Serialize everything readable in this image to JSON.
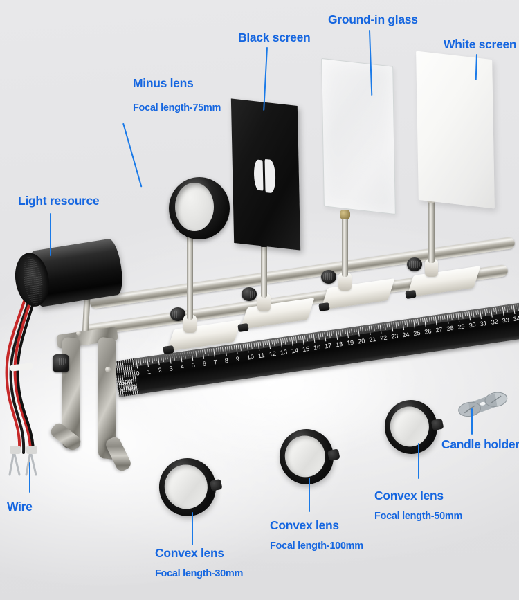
{
  "scene": {
    "background_color": "#e3e3e5",
    "accent_color": "#1566e0",
    "leader_color": "#1a7ae8",
    "subject": "Optical bench experiment kit"
  },
  "labels": [
    {
      "id": "light-resource",
      "title": "Light resource",
      "sub": ""
    },
    {
      "id": "minus-lens",
      "title": "Minus lens",
      "sub": "Focal length-75mm"
    },
    {
      "id": "black-screen",
      "title": "Black screen",
      "sub": ""
    },
    {
      "id": "ground-in-glass",
      "title": "Ground-in glass",
      "sub": ""
    },
    {
      "id": "white-screen",
      "title": "White screen",
      "sub": ""
    },
    {
      "id": "wire",
      "title": "Wire",
      "sub": ""
    },
    {
      "id": "convex-lens-30",
      "title": "Convex lens",
      "sub": "Focal length-30mm"
    },
    {
      "id": "convex-lens-100",
      "title": "Convex lens",
      "sub": "Focal length-100mm"
    },
    {
      "id": "convex-lens-50",
      "title": "Convex lens",
      "sub": "Focal length-50mm"
    },
    {
      "id": "candle-holder",
      "title": "Candle holder",
      "sub": ""
    }
  ],
  "bench": {
    "model_number": "25005",
    "model_name_cn": "光具座",
    "scale_unit_start": "0",
    "scale_ticks": [
      "0",
      "1",
      "2",
      "3",
      "4",
      "5",
      "6",
      "7",
      "8",
      "9",
      "10",
      "11",
      "12",
      "13",
      "14",
      "15",
      "16",
      "17",
      "18",
      "19",
      "20",
      "21",
      "22",
      "23",
      "24",
      "25",
      "26",
      "27",
      "28",
      "29",
      "30",
      "31",
      "32",
      "33",
      "34"
    ]
  }
}
